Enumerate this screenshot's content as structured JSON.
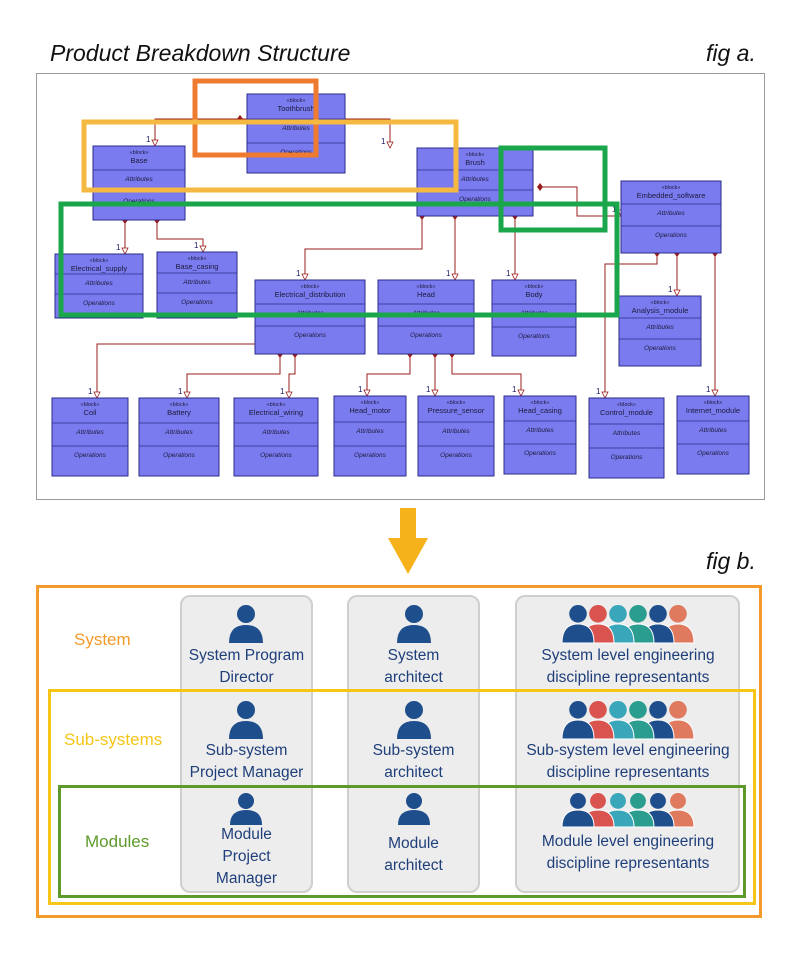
{
  "fig_a": {
    "title": "Product Breakdown Structure",
    "label": "fig a.",
    "stereotype": "«block»",
    "attributes": "Attributes",
    "operations": "Operations",
    "blocks": {
      "toothbrush": "Toothbrush",
      "base": "Base",
      "brush": "Brush",
      "embedded_software": "Embedded_software",
      "electrical_supply": "Electrical_supply",
      "base_casing": "Base_casing",
      "electrical_distribution": "Electrical_distribution",
      "head": "Head",
      "body": "Body",
      "analysis_module": "Analysis_module",
      "coil": "Coil",
      "battery": "Battery",
      "electrical_wiring": "Electrical_wiring",
      "head_motor": "Head_motor",
      "pressure_sensor": "Pressure_sensor",
      "head_casing": "Head_casing",
      "control_module": "Control_module",
      "internet_module": "Internet_module"
    },
    "multiplicity": "1"
  },
  "fig_b": {
    "label": "fig b.",
    "rows": {
      "system": "System",
      "subsystems": "Sub-systems",
      "modules": "Modules"
    },
    "roles": {
      "system_manager": [
        "System Program",
        "Director"
      ],
      "system_architect": [
        "System",
        "architect"
      ],
      "system_engineering": [
        "System level engineering",
        "discipline representants"
      ],
      "sub_manager": [
        "Sub-system",
        "Project Manager"
      ],
      "sub_architect": [
        "Sub-system",
        "architect"
      ],
      "sub_engineering": [
        "Sub-system level engineering",
        "discipline representants"
      ],
      "mod_manager": [
        "Module",
        "Project",
        "Manager"
      ],
      "mod_architect": [
        "Module",
        "architect"
      ],
      "mod_engineering": [
        "Module level engineering",
        "discipline representants"
      ]
    },
    "colors": {
      "system": "#f39a2b",
      "subsystems": "#f5c518",
      "modules": "#5e9a2a",
      "person": "#1f4e8c",
      "team": [
        "#1f4e8c",
        "#d9534f",
        "#3aa6b9",
        "#2a9d8f",
        "#1f4e8c",
        "#e07a5f"
      ]
    }
  }
}
